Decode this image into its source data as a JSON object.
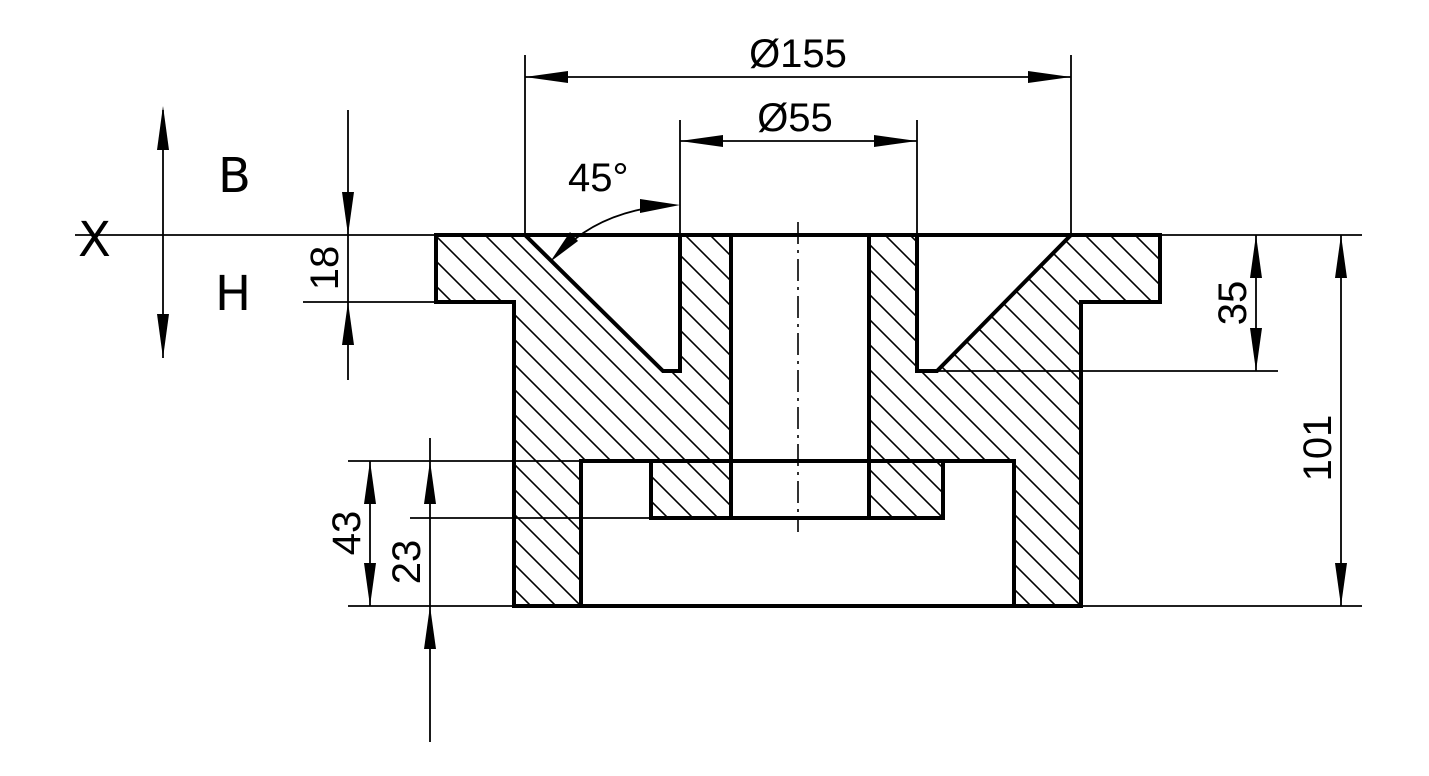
{
  "axis": {
    "x_label": "X",
    "up_label": "B",
    "down_label": "H"
  },
  "dimensions": {
    "outer_diameter": "Ø155",
    "inner_diameter": "Ø55",
    "angle": "45°",
    "flange_height": "18",
    "cone_depth": "35",
    "total_height": "101",
    "counterbore_depth": "43",
    "recess_depth": "23"
  }
}
